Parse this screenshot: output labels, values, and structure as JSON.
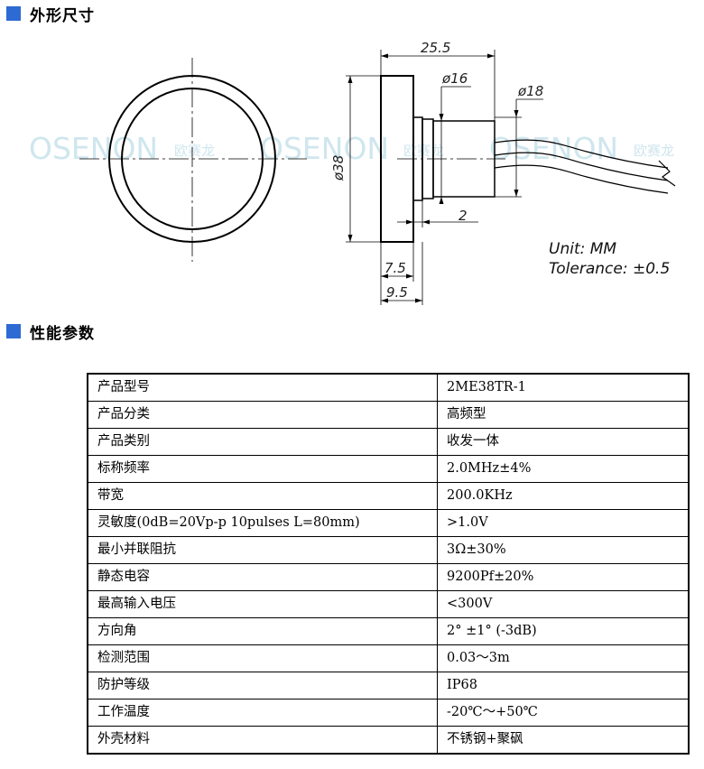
{
  "sections": {
    "dimensions_title": "外形尺寸",
    "performance_title": "性能参数"
  },
  "drawing": {
    "watermark_text": "OSENON",
    "watermark_cn": "欧赛龙",
    "dim_25_5": "25.5",
    "dim_d16": "ø16",
    "dim_d18": "ø18",
    "dim_d38": "ø38",
    "dim_2": "2",
    "dim_7_5": "7.5",
    "dim_9_5": "9.5",
    "unit_line": "Unit: MM",
    "tolerance_line": "Tolerance: ±0.5"
  },
  "specs": [
    {
      "name": "产品型号",
      "value": "2ME38TR-1"
    },
    {
      "name": "产品分类",
      "value": "高频型"
    },
    {
      "name": "产品类别",
      "value": "收发一体"
    },
    {
      "name": "标称频率",
      "value": "2.0MHz±4%"
    },
    {
      "name": "带宽",
      "value": "200.0KHz"
    },
    {
      "name": "灵敏度(0dB=20Vp-p 10pulses L=80mm)",
      "value": ">1.0V"
    },
    {
      "name": "最小并联阻抗",
      "value": "3Ω±30%"
    },
    {
      "name": "静态电容",
      "value": "9200Pf±20%"
    },
    {
      "name": "最高输入电压",
      "value": "<300V"
    },
    {
      "name": "方向角",
      "value": "2° ±1° (-3dB)"
    },
    {
      "name": "检测范围",
      "value": "0.03～3m"
    },
    {
      "name": "防护等级",
      "value": "IP68"
    },
    {
      "name": "工作温度",
      "value": "-20℃～+50℃"
    },
    {
      "name": "外壳材料",
      "value": "不锈钢+聚砜"
    }
  ],
  "colors": {
    "section_icon": "#2e6ad4",
    "watermark": "#cfe6ee"
  }
}
